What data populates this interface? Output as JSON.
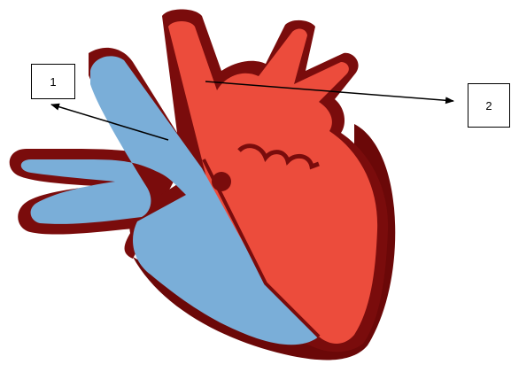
{
  "diagram": {
    "labels": [
      {
        "id": "1",
        "text": "1"
      },
      {
        "id": "2",
        "text": "2"
      }
    ]
  },
  "colors": {
    "outline": "#7a0c0c",
    "shadow": "#6b0808",
    "oxygenated": "#ec4c3c",
    "deoxygenated": "#7aaed8",
    "pointer": "#000000"
  }
}
